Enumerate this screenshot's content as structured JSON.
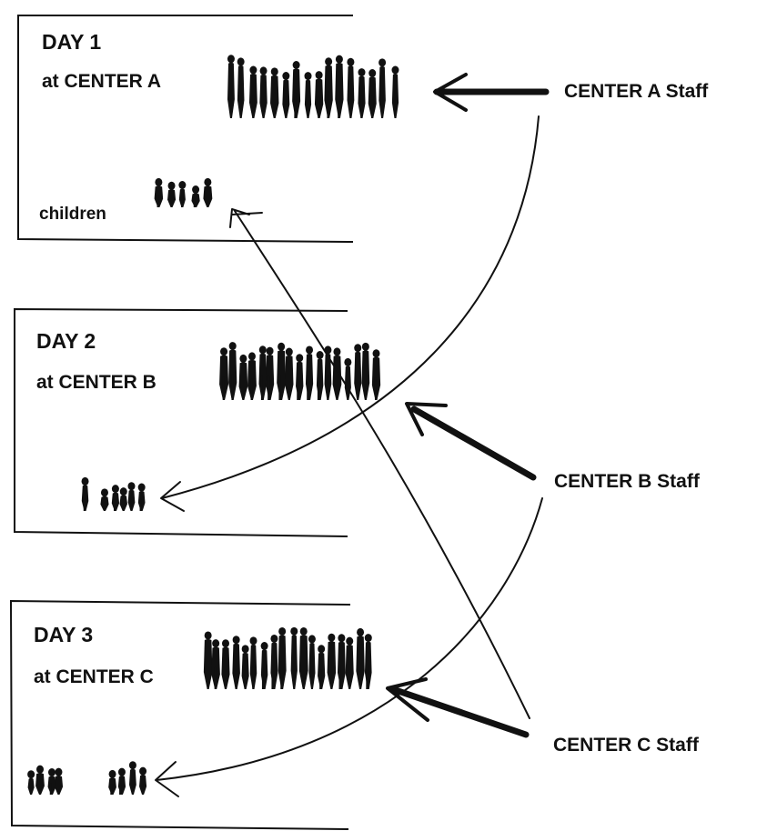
{
  "days": [
    {
      "day_label": "DAY 1",
      "center_label": "at CENTER A",
      "children_label": "children"
    },
    {
      "day_label": "DAY 2",
      "center_label": "at CENTER B"
    },
    {
      "day_label": "DAY 3",
      "center_label": "at CENTER C"
    }
  ],
  "staff": [
    {
      "label": "CENTER A Staff"
    },
    {
      "label": "CENTER B Staff"
    },
    {
      "label": "CENTER C Staff"
    }
  ],
  "colors": {
    "ink": "#111111",
    "background": "#ffffff"
  }
}
